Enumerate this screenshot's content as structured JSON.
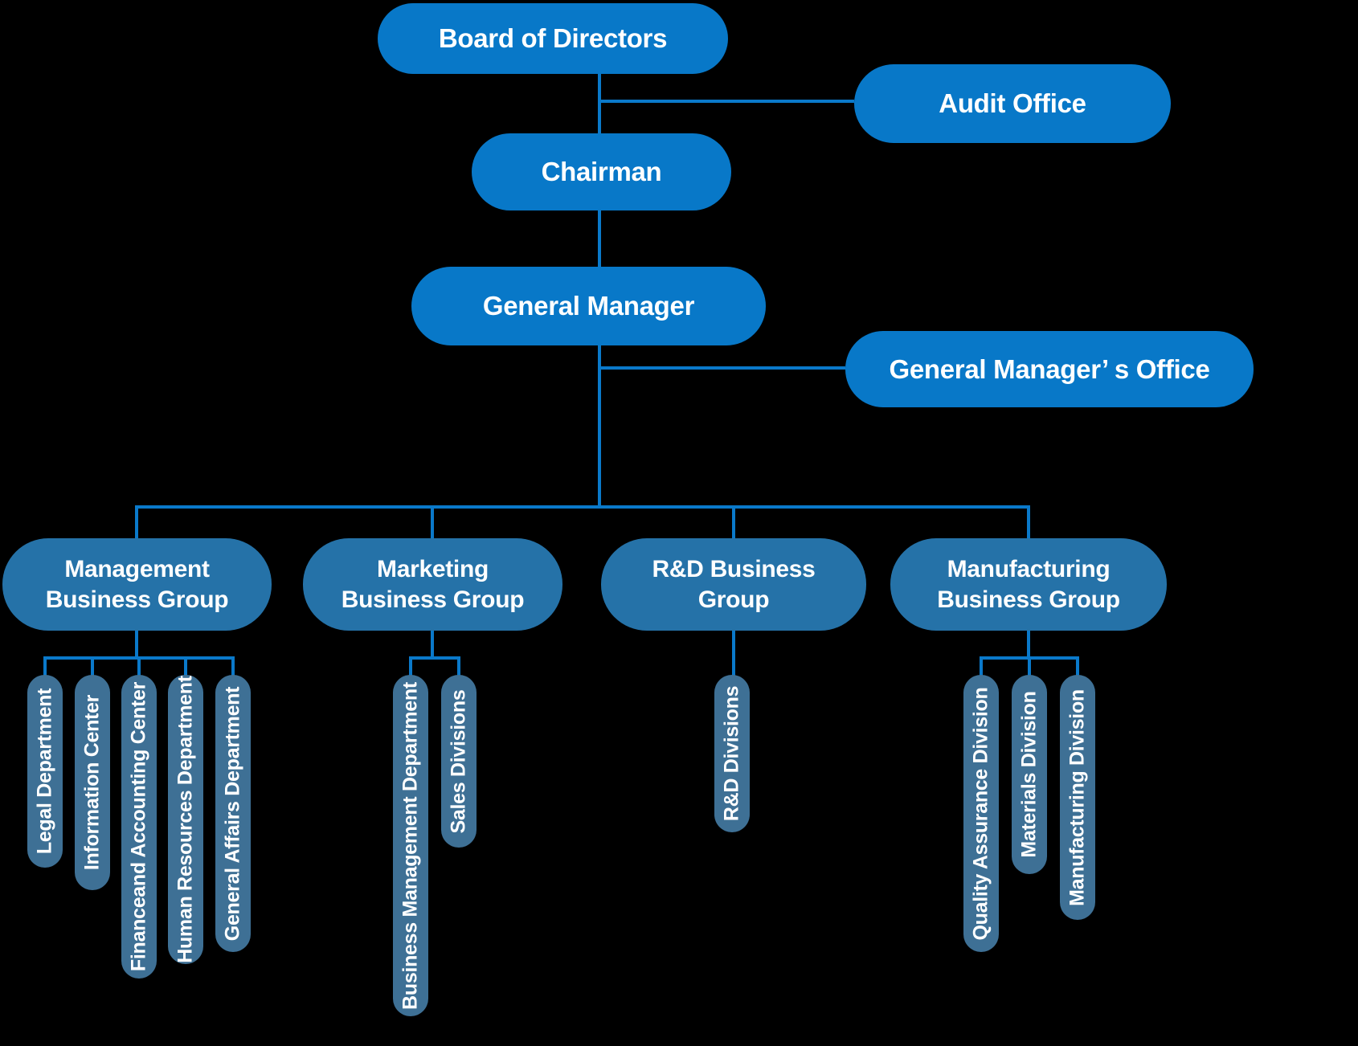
{
  "colors": {
    "background": "#000000",
    "primary_node": "#0878C8",
    "group_node": "#2572A8",
    "department_pill": "#3E7095",
    "connector_line": "#0A79CA",
    "text": "#FFFFFF"
  },
  "nodes": {
    "board": {
      "label": "Board of Directors"
    },
    "audit": {
      "label": "Audit Office"
    },
    "chairman": {
      "label": "Chairman"
    },
    "general_manager": {
      "label": "General Manager"
    },
    "gm_office": {
      "label": "General Manager’ s Office"
    }
  },
  "groups": [
    {
      "line1": "Management",
      "line2": "Business Group",
      "children": [
        "Legal Department",
        "Information Center",
        "Financeand Accounting Center",
        "Human Resources Department",
        "General Affairs Department"
      ]
    },
    {
      "line1": "Marketing",
      "line2": "Business Group",
      "children": [
        "Business Management Department",
        "Sales Divisions"
      ]
    },
    {
      "line1": "R&D Business",
      "line2": "Group",
      "children": [
        "R&D Divisions"
      ]
    },
    {
      "line1": "Manufacturing",
      "line2": "Business Group",
      "children": [
        "Quality Assurance Division",
        "Materials Division",
        "Manufacturing Division"
      ]
    }
  ]
}
